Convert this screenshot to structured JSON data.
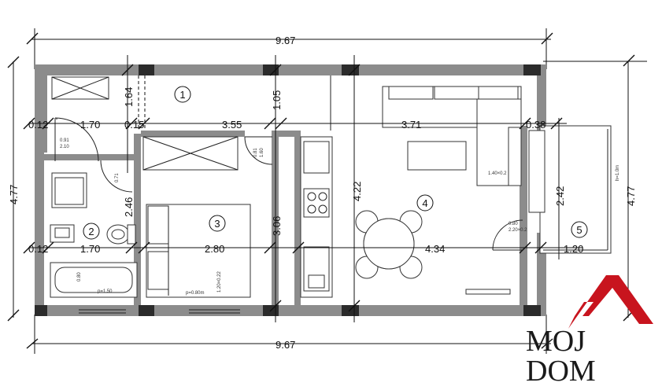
{
  "dimensions": {
    "total_width_top": "9.67",
    "total_width_bottom": "9.67",
    "height_left": "4.77",
    "height_right": "4.77",
    "hall_width": "3.55",
    "living_width": "3.71",
    "bath_width": "1.70",
    "entry_width": "1.70",
    "bedroom_width": "2.80",
    "living_lower_width": "4.34",
    "balcony_width": "1.20",
    "hall_height": "1.64",
    "kitchen_top_height": "1.05",
    "bedroom_height": "3.06",
    "living_height": "4.22",
    "bath_height": "2.46",
    "balcony_height": "2.42",
    "wall_a": "0.12",
    "wall_b": "0.15",
    "wall_c": "0.38"
  },
  "rooms": {
    "r1": "1",
    "r2": "2",
    "r3": "3",
    "r4": "4",
    "r5": "5"
  },
  "openings": {
    "door_main_w": "0.91",
    "door_main_h": "2.10",
    "door_bath": "0.71",
    "door_bed_w": "0.81",
    "door_bed_h": "1.60",
    "window_bath": "p=1.50",
    "window_bed": "p=0.80m",
    "window_bed_h": "1.20×0.22",
    "window_living": "1.40×0.2",
    "balcony_door_w": "0.80",
    "balcony_door_h": "2.20×0.2",
    "balcony_rail": "h=1.0m"
  },
  "logo": {
    "line1": "MOJ",
    "line2": "DOM",
    "accent": "#c8141e"
  }
}
